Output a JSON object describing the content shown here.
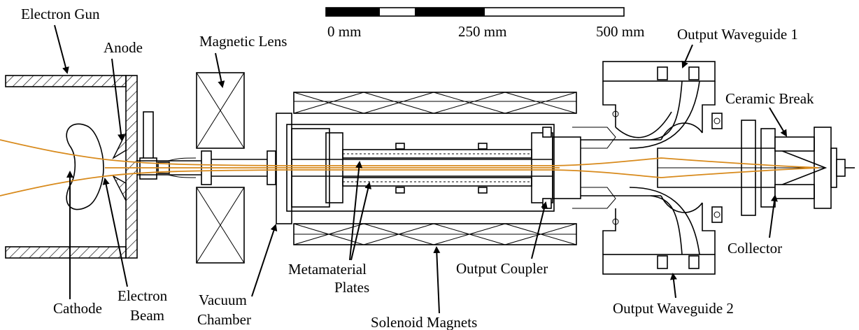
{
  "scale_bar": {
    "ticks": [
      "0 mm",
      "250 mm",
      "500 mm"
    ]
  },
  "labels": {
    "electron_gun": "Electron Gun",
    "anode": "Anode",
    "magnetic_lens": "Magnetic Lens",
    "output_waveguide_1": "Output Waveguide 1",
    "ceramic_break": "Ceramic Break",
    "collector": "Collector",
    "output_coupler": "Output Coupler",
    "metamaterial_plates_line1": "Metamaterial",
    "metamaterial_plates_line2": "Plates",
    "cathode": "Cathode",
    "electron_beam_line1": "Electron",
    "electron_beam_line2": "Beam",
    "vacuum_chamber_line1": "Vacuum",
    "vacuum_chamber_line2": "Chamber",
    "solenoid_magnets": "Solenoid Magnets",
    "output_waveguide_2": "Output Waveguide 2"
  },
  "colors": {
    "beam": "#d88a1c",
    "line": "#000000",
    "background": "#ffffff"
  }
}
